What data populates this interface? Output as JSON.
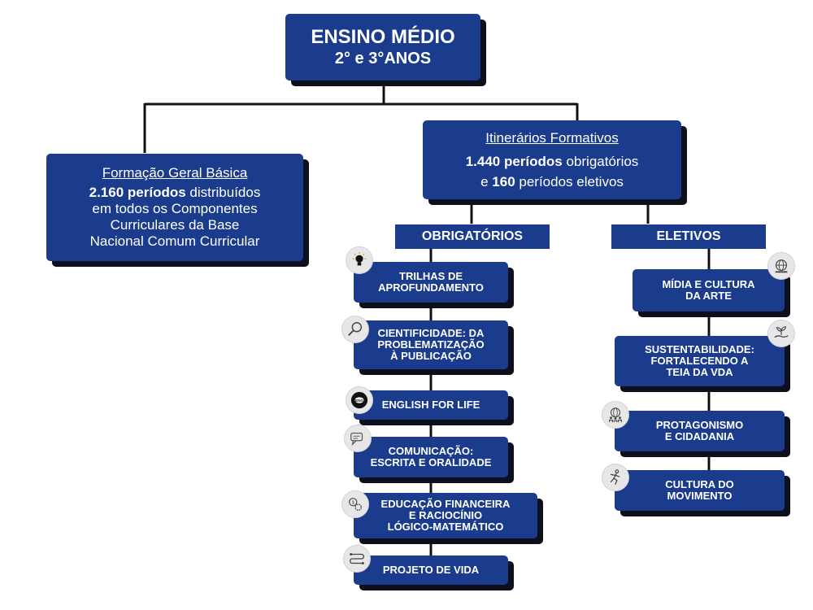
{
  "root": {
    "line1": "ENSINO MÉDIO",
    "line2": "2° e 3°ANOS"
  },
  "fgb": {
    "title": "Formação Geral Básica",
    "hours_bold": "2.160 períodos",
    "hours_rest": " distribuídos",
    "line2": "em todos os Componentes",
    "line3": "Curriculares da Base",
    "line4": "Nacional Comum Curricular"
  },
  "itinerarios": {
    "title": "Itinerários Formativos",
    "l1_bold": "1.440 períodos",
    "l1_rest": " obrigatórios",
    "l2_pre": "e ",
    "l2_bold": "160",
    "l2_rest": " períodos eletivos"
  },
  "headers": {
    "obrigatorios": "OBRIGATÓRIOS",
    "eletivos": "ELETIVOS"
  },
  "obrigatorios": [
    {
      "l1": "TRILHAS DE",
      "l2": "APROFUNDAMENTO",
      "icon": "lightbulb-icon"
    },
    {
      "l1": "CIENTIFICIDADE: DA",
      "l2": "PROBLEMATIZAÇÃO",
      "l3": "À PUBLICAÇÃO",
      "icon": "magnifier-icon"
    },
    {
      "l1": "ENGLISH FOR LIFE",
      "icon": "eng-badge-icon"
    },
    {
      "l1": "COMUNICAÇÃO:",
      "l2": "ESCRITA E ORALIDADE",
      "icon": "speech-icon"
    },
    {
      "l1": "EDUCAÇÃO FINANCEIRA",
      "l2": "E RACIOCÍNIO",
      "l3": "LÓGICO-MATEMÁTICO",
      "icon": "finance-gear-icon"
    },
    {
      "l1": "PROJETO DE VIDA",
      "icon": "path-icon"
    }
  ],
  "eletivos": [
    {
      "l1": "MÍDIA E CULTURA",
      "l2": "DA ARTE",
      "icon": "globe-media-icon"
    },
    {
      "l1": "SUSTENTABILIDADE:",
      "l2": "FORTALECENDO A",
      "l3": "TEIA DA VDA",
      "icon": "plant-hand-icon"
    },
    {
      "l1": "PROTAGONISMO",
      "l2": "E CIDADANIA",
      "icon": "people-globe-icon"
    },
    {
      "l1": "CULTURA DO",
      "l2": "MOVIMENTO",
      "icon": "runner-icon"
    }
  ]
}
